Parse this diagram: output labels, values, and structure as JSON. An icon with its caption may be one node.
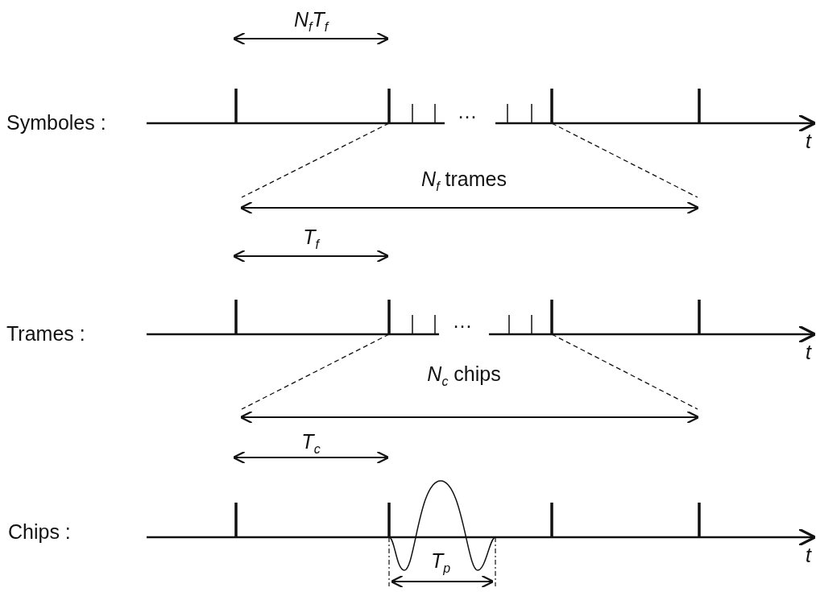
{
  "diagram": {
    "labels": [
      "N$_{f}$T$_{f}$",
      "Symboles :",
      "…",
      "t",
      "*N*$_{f}$ trames",
      "T$_{f}$",
      "Trames :",
      "…",
      "t",
      "*N*$_{c}$ chips",
      "T$_{c}$",
      "Chips :",
      "t",
      "T$_{p}$"
    ]
  }
}
